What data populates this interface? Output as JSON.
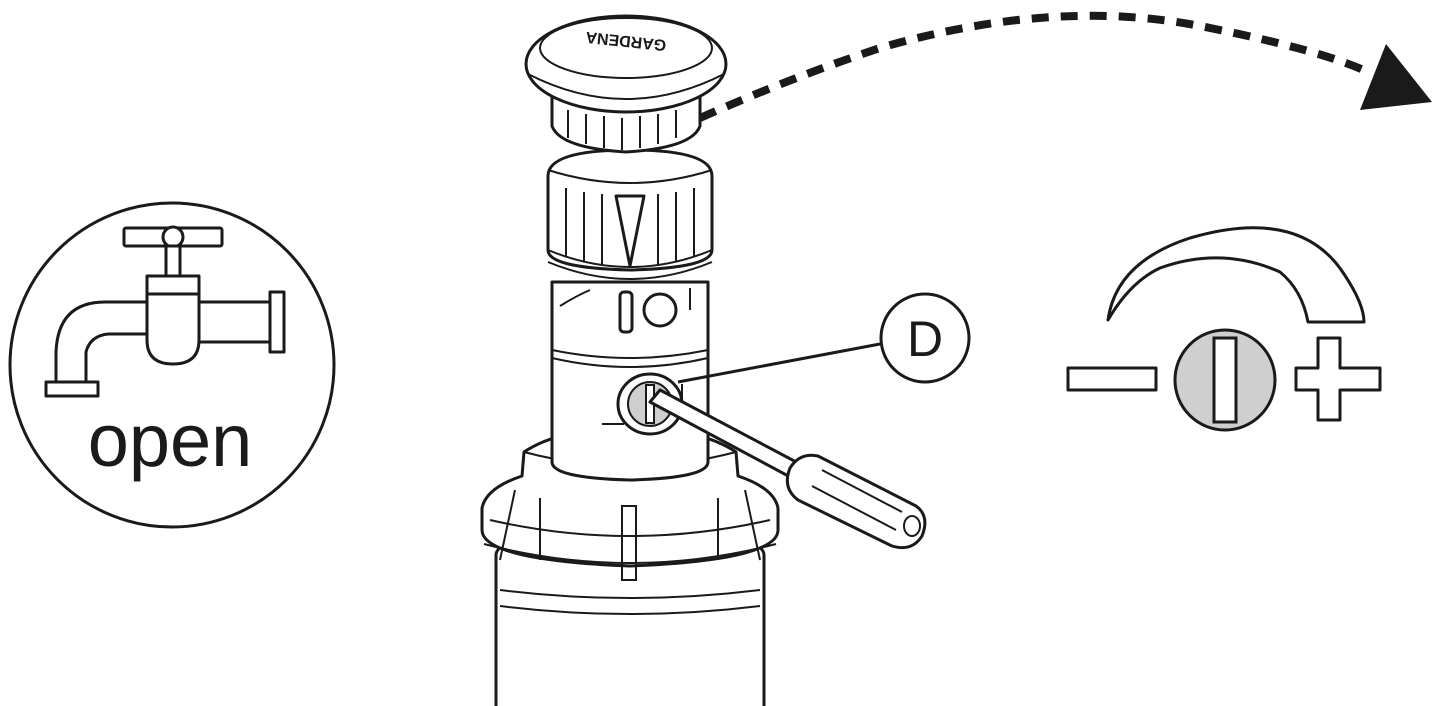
{
  "labels": {
    "open": "open",
    "callout": "D",
    "cap_logo": "GARDENA"
  },
  "icons": {
    "tap": "open-tap-icon",
    "arrow": "curved-dashed-arrow-icon",
    "screw": "adjustment-screw-icon",
    "minus": "minus-icon",
    "plus": "plus-icon",
    "screwdriver": "screwdriver-icon"
  },
  "colors": {
    "line": "#1a1a1a",
    "background": "#ffffff",
    "screw_fill": "#cfcfcf"
  }
}
